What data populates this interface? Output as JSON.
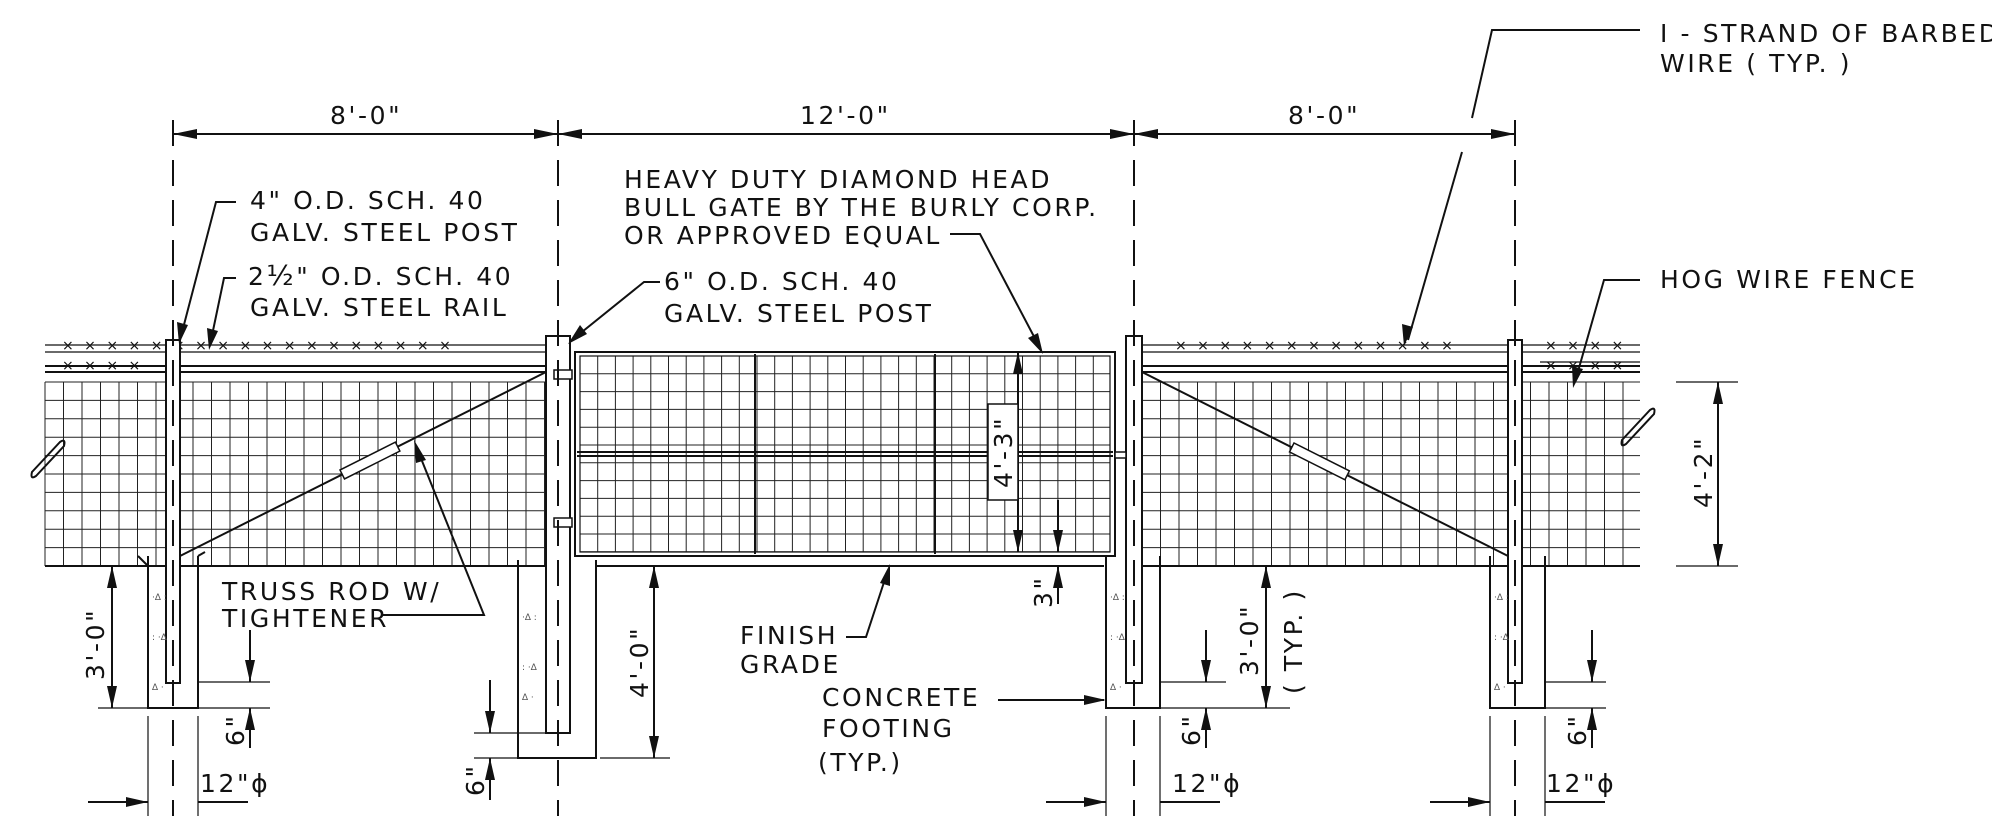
{
  "colors": {
    "ink": "#111111",
    "paper": "#ffffff"
  },
  "dimensions": {
    "left_span": "8'-0\"",
    "center_span": "12'-0\"",
    "right_span": "8'-0\"",
    "gate_height": "4'-3\"",
    "fence_height": "4'-2\"",
    "gate_clearance": "3\"",
    "post_embed_left": "3'-0\"",
    "post_embed_center": "4'-0\"",
    "post_embed_right": "3'-0\"",
    "post_embed_right_note": "( TYP. )",
    "footing_gap_left": "6\"",
    "footing_gap_center": "6\"",
    "footing_gap_right1": "6\"",
    "footing_gap_right2": "6\"",
    "footing_dia_1": "12\"ϕ",
    "footing_dia_2": "12\"ϕ",
    "footing_dia_3": "12\"ϕ"
  },
  "labels": {
    "barbed_wire": [
      "I - STRAND OF BARBED",
      "WIRE ( TYP. )"
    ],
    "line_post": [
      "4\" O.D. SCH. 40",
      "GALV. STEEL POST"
    ],
    "rail_prefix": "2",
    "rail_frac": "½",
    "rail_suffix": "\" O.D. SCH. 40",
    "rail_line2": "GALV. STEEL RAIL",
    "gate_post": [
      "6\" O.D. SCH. 40",
      "GALV. STEEL POST"
    ],
    "gate": [
      "HEAVY DUTY DIAMOND HEAD",
      "BULL GATE BY THE BURLY CORP.",
      "OR APPROVED EQUAL"
    ],
    "hog_wire": "HOG WIRE FENCE",
    "truss_rod": [
      "TRUSS ROD W/",
      "TIGHTENER"
    ],
    "finish_grade": [
      "FINISH",
      "GRADE"
    ],
    "footing": [
      "CONCRETE",
      "FOOTING",
      "(TYP.)"
    ]
  }
}
